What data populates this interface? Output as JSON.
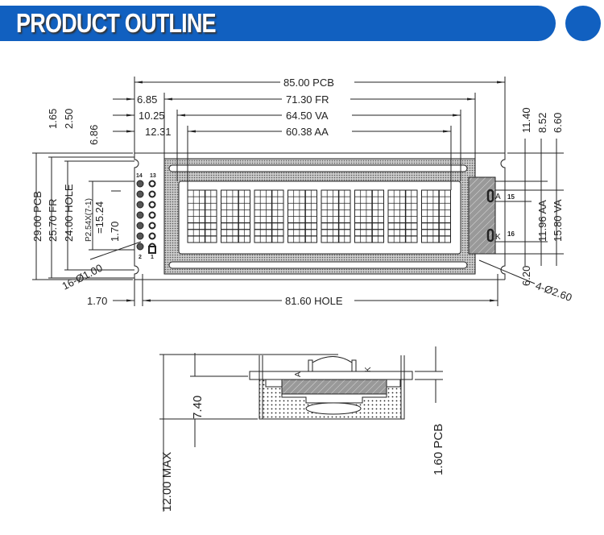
{
  "header": {
    "title": "PRODUCT OUTLINE",
    "accent": "#1160c0"
  },
  "top_view": {
    "dims_top": [
      "85.00 PCB",
      "6.85",
      "71.30 FR",
      "10.25",
      "64.50 VA",
      "12.31",
      "60.38 AA"
    ],
    "dims_bottom": [
      "1.70",
      "81.60 HOLE"
    ],
    "dims_left": [
      "29.00 PCB",
      "25.70 FR",
      "24.00 HOLE",
      "1.65",
      "2.50",
      "6.86",
      "P2.54X(7-1)",
      "=15.24",
      "1.70"
    ],
    "dims_right": [
      "11.40",
      "8.52",
      "6.60",
      "11.96 AA",
      "15.80 VA",
      "6.20"
    ],
    "holes": [
      "16-Ø1.00",
      "4-Ø2.60"
    ],
    "pins": [
      "14",
      "13",
      "2",
      "1",
      "15",
      "16"
    ],
    "backlight": [
      "A",
      "K"
    ]
  },
  "side_view": {
    "dims": [
      "12.00 MAX",
      "7.40",
      "1.60 PCB"
    ],
    "labels": [
      "A",
      "K"
    ]
  }
}
